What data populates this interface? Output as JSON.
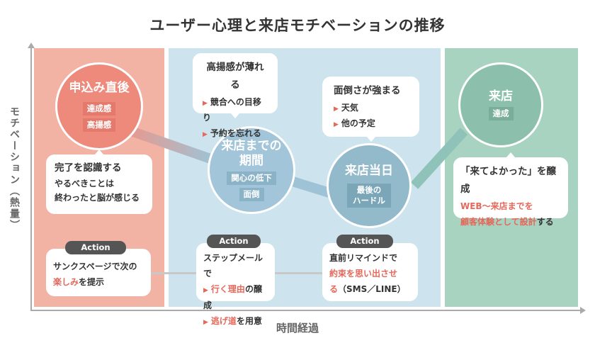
{
  "title": "ユーザー心理と来店モチベーションの推移",
  "axes": {
    "y_label": "モチベーション（熱量）",
    "x_label": "時間経過"
  },
  "phases": [
    {
      "name": "申込み直後",
      "tags": [
        "達成感",
        "高揚感"
      ],
      "bubble": {
        "heading": "完了を認識する",
        "lines": [
          "やるべきことは",
          "終わったと脳が感じる"
        ]
      },
      "action": {
        "tag": "Action",
        "line1": "サンクスページで次の",
        "line2_red": "楽しみ",
        "line2_rest": "を提示"
      }
    },
    {
      "name_line1": "来店までの",
      "name_line2": "期間",
      "tags": [
        "関心の低下",
        "面倒"
      ],
      "bubble": {
        "heading": "高揚感が薄れる",
        "items": [
          "競合への目移り",
          "予約を忘れる"
        ]
      },
      "action": {
        "tag": "Action",
        "line1": "ステップメールで",
        "item1_red": "行く理由",
        "item1_rest": "の醸成",
        "item2_red": "逃げ道",
        "item2_rest": "を用意"
      }
    },
    {
      "name": "来店当日",
      "tags": [
        "最後の",
        "ハードル"
      ],
      "bubble": {
        "heading": "面倒さが強まる",
        "items": [
          "天気",
          "他の予定"
        ]
      },
      "action": {
        "tag": "Action",
        "line1": "直前リマインドで",
        "line2_red": "約束を思い出させ",
        "line3_red": "る",
        "line3_rest": "（SMS／LINE）"
      }
    },
    {
      "name": "来店",
      "tags": [
        "達成"
      ],
      "bubble": {
        "heading": "「来てよかった」を醸成",
        "line1_red": "WEB～来店までを",
        "line2_red": "顧客体験として設計",
        "line2_rest": "する"
      }
    }
  ],
  "colors": {
    "pink": "#f2b3a5",
    "blue": "#cde3ee",
    "green": "#a7d3c0",
    "accent": "#e5685a"
  }
}
